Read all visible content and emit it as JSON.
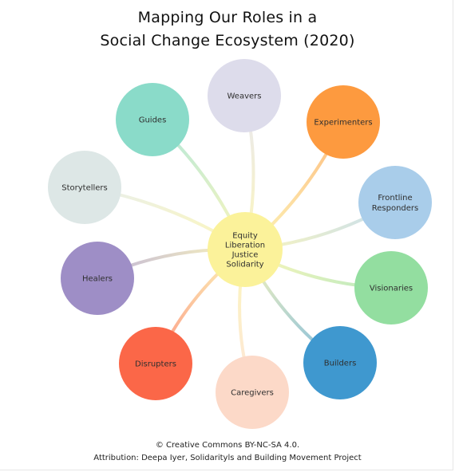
{
  "title": {
    "line1": "Mapping Our Roles in a",
    "line2": "Social Change Ecosystem (2020)"
  },
  "center": {
    "lines": [
      "Equity",
      "Liberation",
      "Justice",
      "Solidarity"
    ],
    "color": "#fbf29a"
  },
  "roles": [
    {
      "id": "weavers",
      "lines": [
        "Weavers"
      ],
      "color": "#dddceb"
    },
    {
      "id": "experimenters",
      "lines": [
        "Experimenters"
      ],
      "color": "#fd9a3f"
    },
    {
      "id": "frontline-responders",
      "lines": [
        "Frontline",
        "Responders"
      ],
      "color": "#a9cdea"
    },
    {
      "id": "visionaries",
      "lines": [
        "Visionaries"
      ],
      "color": "#93dea0"
    },
    {
      "id": "builders",
      "lines": [
        "Builders"
      ],
      "color": "#3f98cf"
    },
    {
      "id": "caregivers",
      "lines": [
        "Caregivers"
      ],
      "color": "#fcd9c8"
    },
    {
      "id": "disrupters",
      "lines": [
        "Disrupters"
      ],
      "color": "#fb6748"
    },
    {
      "id": "healers",
      "lines": [
        "Healers"
      ],
      "color": "#9e8ec6"
    },
    {
      "id": "storytellers",
      "lines": [
        "Storytellers"
      ],
      "color": "#dde7e6"
    },
    {
      "id": "guides",
      "lines": [
        "Guides"
      ],
      "color": "#8adbc9"
    }
  ],
  "footer": {
    "line1": "© Creative Commons BY-NC-SA 4.0.",
    "line2": "Attribution: Deepa Iyer, Solidarityls and Building Movement Project"
  }
}
